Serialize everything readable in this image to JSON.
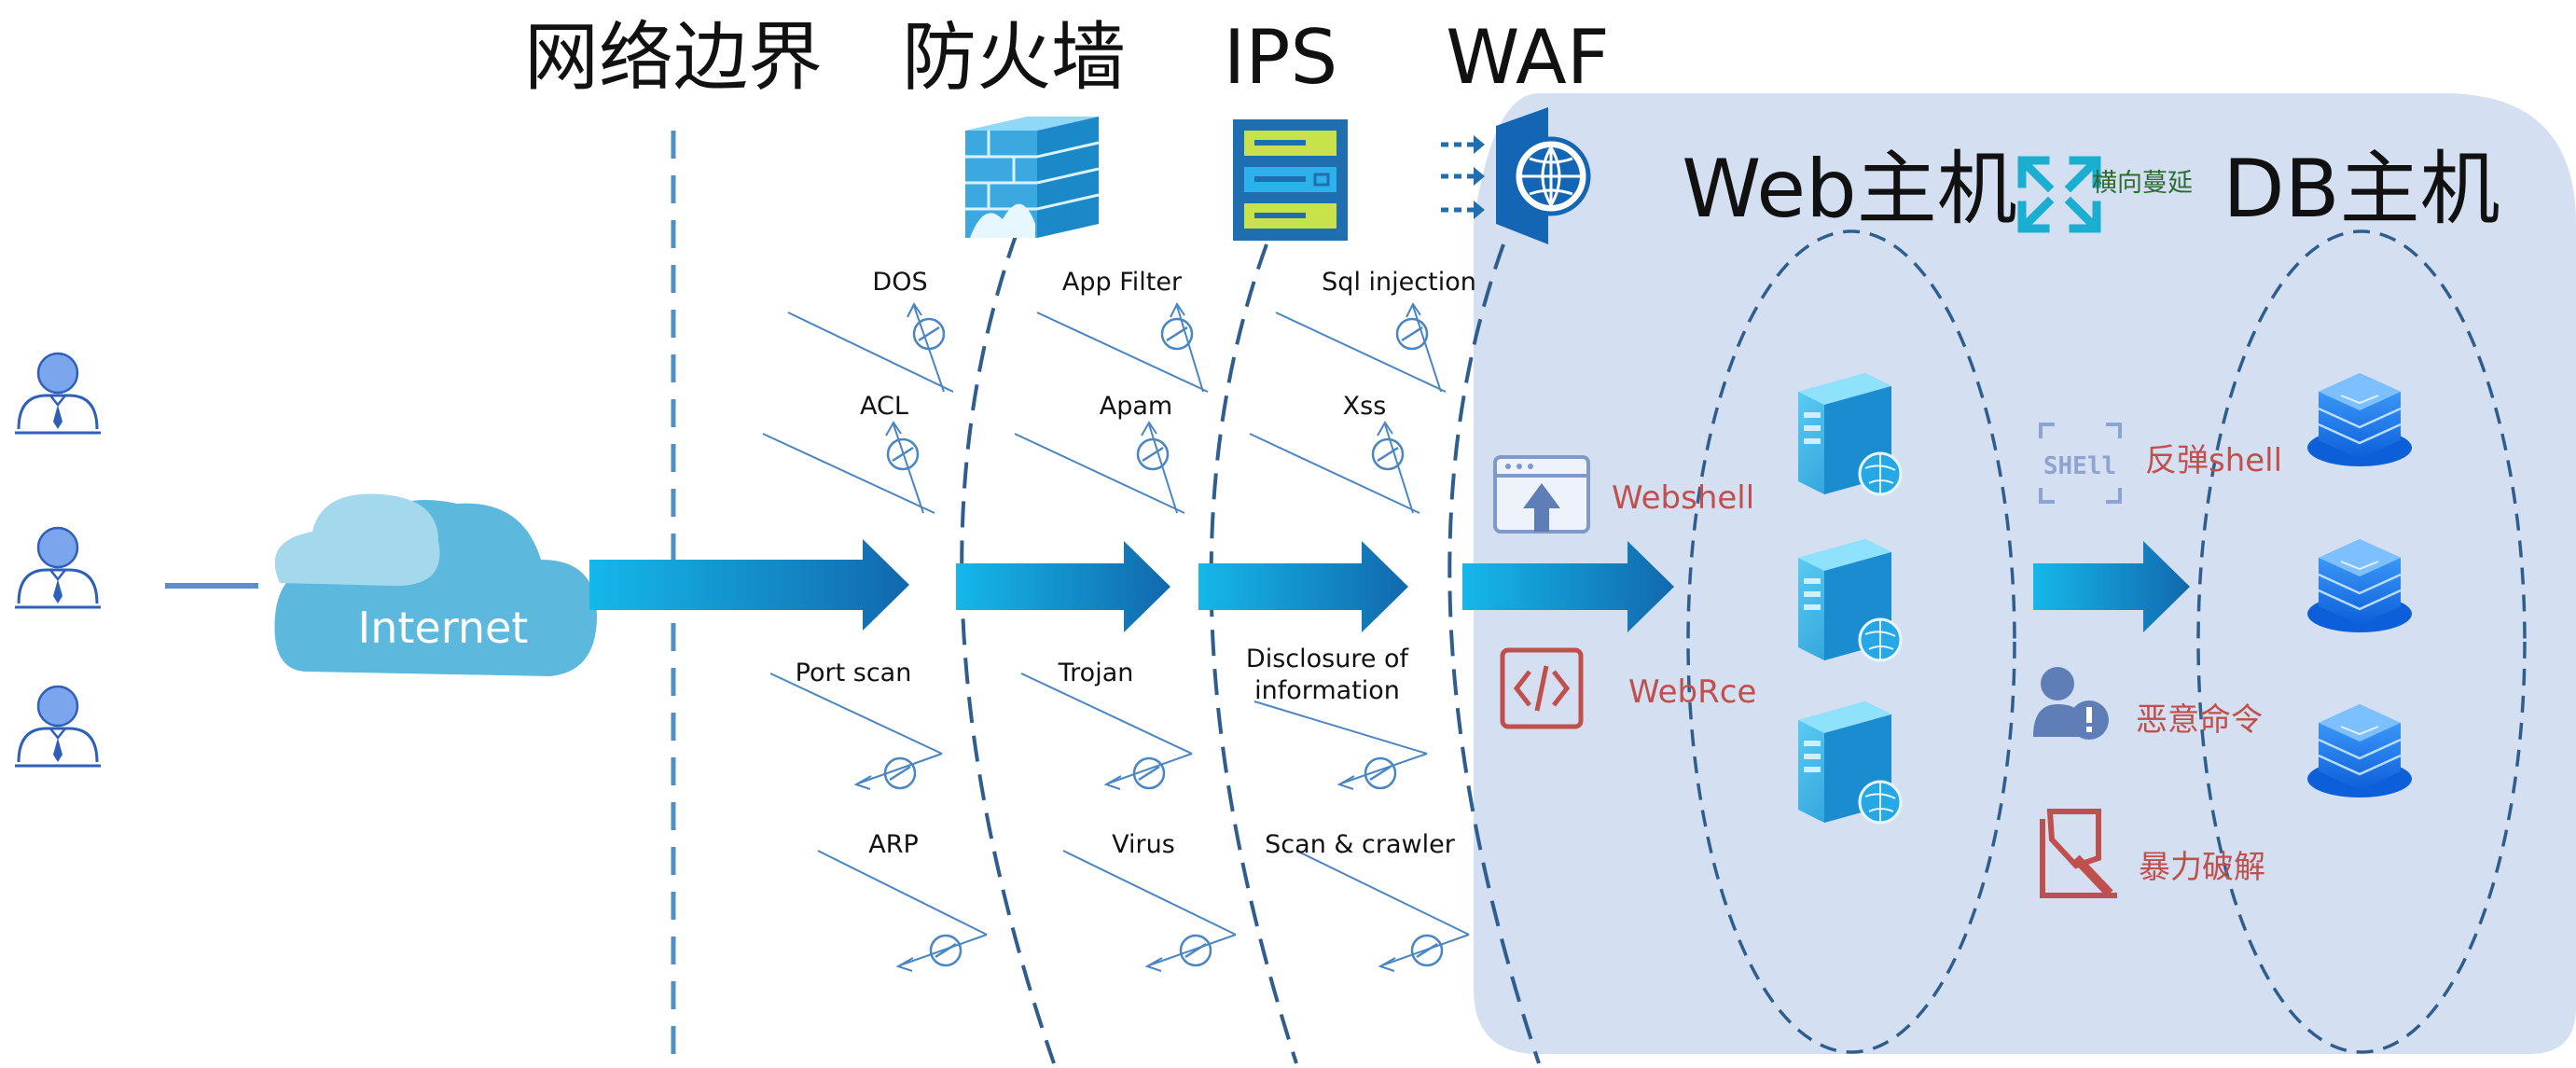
{
  "layers": {
    "boundary": "网络边界",
    "firewall": "防火墙",
    "ips": "IPS",
    "waf": "WAF"
  },
  "hosts": {
    "web": "Web主机",
    "db": "DB主机",
    "lateral": "横向蔓延"
  },
  "internet": "Internet",
  "firewall_attacks": {
    "dos": "DOS",
    "acl": "ACL",
    "port_scan": "Port scan",
    "arp": "ARP"
  },
  "ips_attacks": {
    "app_filter": "App Filter",
    "apam": "Apam",
    "trojan": "Trojan",
    "virus": "Virus"
  },
  "waf_attacks": {
    "sql_injection": "Sql injection",
    "xss": "Xss",
    "disclosure_line1": "Disclosure of",
    "disclosure_line2": "information",
    "scan_crawler": "Scan & crawler"
  },
  "host_threats": {
    "webshell": "Webshell",
    "webrce": "WebRce",
    "reverse_shell": "反弹shell",
    "malicious_cmd": "恶意命令",
    "brute_force": "暴力破解"
  },
  "colors": {
    "zone_bg": "#d4e0f1",
    "arrow_dark": "#1573b5",
    "arrow_light": "#14b4e6",
    "dashed_line": "#2f5e8e",
    "boundary_line": "#4f8ec6",
    "threat_text": "#c0504d",
    "user_icon": "#6a9ae8",
    "attack_line": "#4a85c4"
  }
}
